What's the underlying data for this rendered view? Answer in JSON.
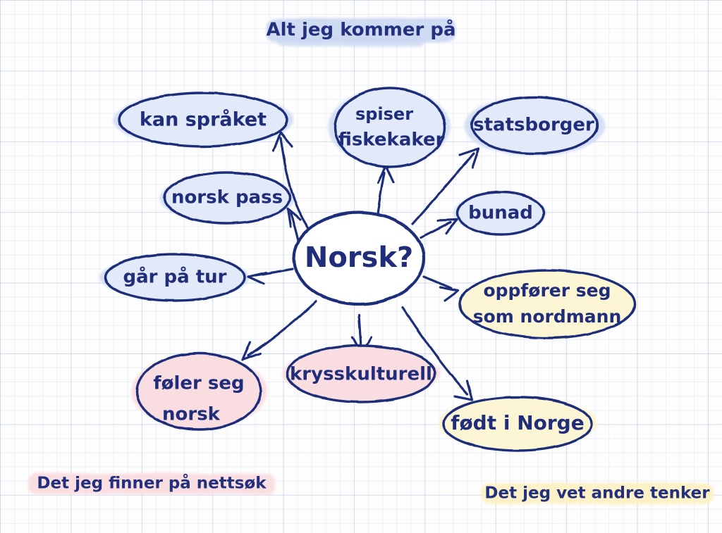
{
  "title": {
    "text": "Alt jeg kommer på",
    "highlight_color": "#ccd8f2"
  },
  "center": {
    "label": "Norsk?",
    "ink_color": "#1f2d7a",
    "fill": "#ffffff"
  },
  "legend": [
    {
      "id": "web-search",
      "text": "Det jeg finner på nettsøk",
      "highlight_color": "#fadde0"
    },
    {
      "id": "others-think",
      "text": "Det jeg vet andre tenker",
      "highlight_color": "#fdf1c4"
    }
  ],
  "palette": {
    "ink": "#1f2d7a",
    "blue_fill": "#dce4f7",
    "blue_highlight": "#ccd8f2",
    "pink_fill": "#fadde0",
    "yellow_fill": "#fdf3c8",
    "paper": "#fdfdfd",
    "grid_line": "#96afcd"
  },
  "nodes": [
    {
      "id": "kan-spraket",
      "lines": [
        "kan språket"
      ],
      "category": "blue",
      "fill": "#dce4f7"
    },
    {
      "id": "spiser-fiskekaker",
      "lines": [
        "spiser",
        "fiskekaker"
      ],
      "category": "blue",
      "fill": "#dce4f7"
    },
    {
      "id": "statsborger",
      "lines": [
        "statsborger"
      ],
      "category": "blue",
      "fill": "#dce4f7"
    },
    {
      "id": "norsk-pass",
      "lines": [
        "norsk pass"
      ],
      "category": "blue",
      "fill": "#dce4f7"
    },
    {
      "id": "bunad",
      "lines": [
        "bunad"
      ],
      "category": "blue",
      "fill": "#dce4f7"
    },
    {
      "id": "gar-pa-tur",
      "lines": [
        "går på tur"
      ],
      "category": "blue",
      "fill": "#dce4f7"
    },
    {
      "id": "oppforer-seg",
      "lines": [
        "oppfører seg",
        "som nordmann"
      ],
      "category": "yellow",
      "fill": "#fdf3c8"
    },
    {
      "id": "foler-seg-norsk",
      "lines": [
        "føler seg",
        "norsk"
      ],
      "category": "pink",
      "fill": "#fadde0"
    },
    {
      "id": "krysskulturell",
      "lines": [
        "krysskulturell"
      ],
      "category": "pink",
      "fill": "#fadde0"
    },
    {
      "id": "fodt-i-norge",
      "lines": [
        "født i Norge"
      ],
      "category": "yellow",
      "fill": "#fdf3c8"
    }
  ]
}
